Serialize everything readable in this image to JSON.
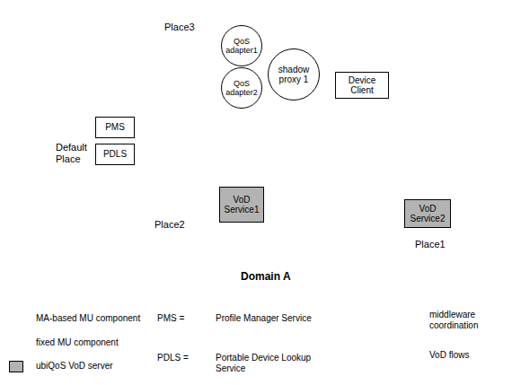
{
  "diagram": {
    "nodes": [
      {
        "text": [
          "Place3"
        ]
      },
      {
        "text": [
          "QoS adapter1"
        ],
        "in": 0
      },
      {
        "text": [
          "QoS adapter2"
        ],
        "in": 0
      },
      {
        "text": [
          "shadow proxy 1"
        ],
        "in": 0
      },
      {
        "text": [
          "Device Client"
        ]
      },
      {
        "text": [
          "Default Place"
        ]
      },
      {
        "text": [
          "PMS"
        ],
        "in": 5
      },
      {
        "text": [
          "PDLS"
        ],
        "in": 5
      },
      {
        "text": [
          "Domain A"
        ]
      },
      {
        "text": [
          "Place2"
        ],
        "in": 8
      },
      {
        "text": [
          "VoD Service1"
        ],
        "in": 9
      },
      {
        "text": [
          "Place1"
        ],
        "in": 8
      },
      {
        "text": [
          "VoD Service2"
        ],
        "in": 11
      }
    ],
    "edges": [
      {
        "from": 6,
        "to": 3,
        "arrow": "both"
      },
      {
        "from": 7,
        "to": 3,
        "arrow": "both"
      },
      {
        "from": 4,
        "to": 3,
        "arrow": "to"
      },
      {
        "from": 10,
        "to": 1,
        "arrow": "none"
      },
      {
        "from": 10,
        "to": 2,
        "arrow": "none"
      }
    ],
    "labels": [
      "PMS =",
      "Profile Manager Service",
      "PDLS =",
      "Portable Device Lookup Service"
    ],
    "legend": [
      {
        "text": "MA-based MU component"
      },
      {
        "text": "fixed MU component"
      },
      {
        "text": "ubiQoS VoD server",
        "color": "#b3b3b3"
      },
      {
        "text": "middleware coordination"
      },
      {
        "text": "VoD flows"
      }
    ]
  }
}
